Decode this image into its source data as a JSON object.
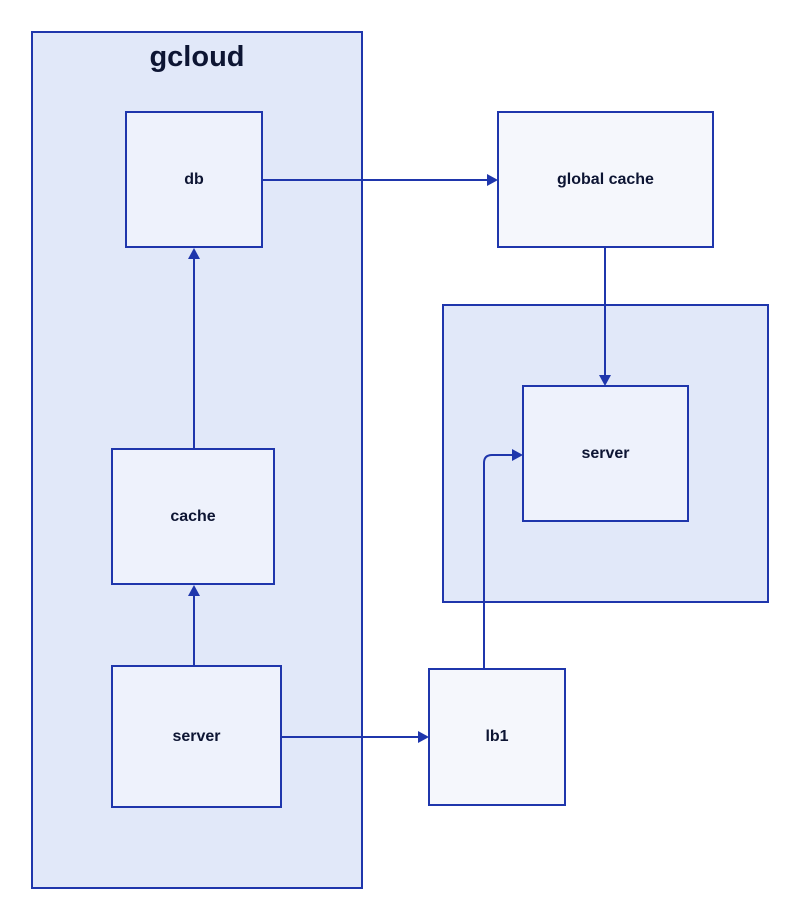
{
  "diagram": {
    "containers": {
      "gcloud": {
        "label": "gcloud"
      },
      "group2": {
        "label": ""
      }
    },
    "nodes": {
      "db": {
        "label": "db"
      },
      "cache": {
        "label": "cache"
      },
      "server_gcloud": {
        "label": "server"
      },
      "global_cache": {
        "label": "global cache"
      },
      "server_group": {
        "label": "server"
      },
      "lb1": {
        "label": "lb1"
      }
    },
    "edges": [
      {
        "from": "db",
        "to": "global cache"
      },
      {
        "from": "cache",
        "to": "db"
      },
      {
        "from": "server",
        "to": "cache"
      },
      {
        "from": "server",
        "to": "lb1"
      },
      {
        "from": "global cache",
        "to": "server"
      },
      {
        "from": "lb1",
        "to": "server"
      }
    ],
    "colors": {
      "stroke": "#1f36ac",
      "container_fill": "#e1e8f9",
      "node_fill": "#eef2fc",
      "text": "#0d1533"
    }
  }
}
